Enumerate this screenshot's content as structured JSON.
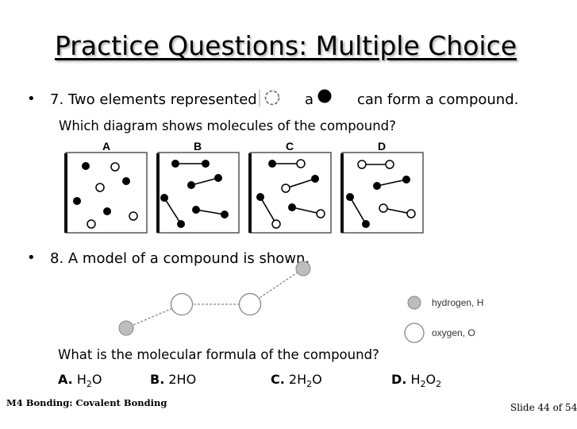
{
  "title": "Practice Questions: Multiple Choice",
  "question7": {
    "bullet": "•",
    "prefix": "7. Two elements represented",
    "conjunction": "a",
    "suffix": "can form a compound.",
    "prompt": "Which diagram shows molecules of the compound?",
    "diagram_labels": [
      "A",
      "B",
      "C",
      "D"
    ]
  },
  "question8": {
    "bullet": "•",
    "text": "8. A model of a compound is shown.",
    "legend": {
      "hydrogen": "hydrogen, H",
      "oxygen": "oxygen, O"
    },
    "prompt": "What is the molecular formula of the compound?",
    "answers": [
      {
        "letter": "A.",
        "parts": [
          [
            "H",
            ""
          ],
          [
            "2",
            "sub"
          ],
          [
            "O",
            ""
          ]
        ]
      },
      {
        "letter": "B.",
        "parts": [
          [
            "2HO",
            ""
          ]
        ]
      },
      {
        "letter": "C.",
        "parts": [
          [
            "2H",
            ""
          ],
          [
            "2",
            "sub"
          ],
          [
            "O",
            ""
          ]
        ]
      },
      {
        "letter": "D.",
        "parts": [
          [
            "H",
            ""
          ],
          [
            "2",
            "sub"
          ],
          [
            "O",
            ""
          ],
          [
            "2",
            "sub"
          ]
        ]
      }
    ]
  },
  "footer": {
    "left": "M4 Bonding: Covalent Bonding",
    "right": "Slide 44 of 54"
  },
  "colors": {
    "filled_atom": "#000000",
    "open_atom": "#ffffff",
    "gray_atom": "#bdbdbd",
    "title_shadow": "#b5b5b5"
  }
}
